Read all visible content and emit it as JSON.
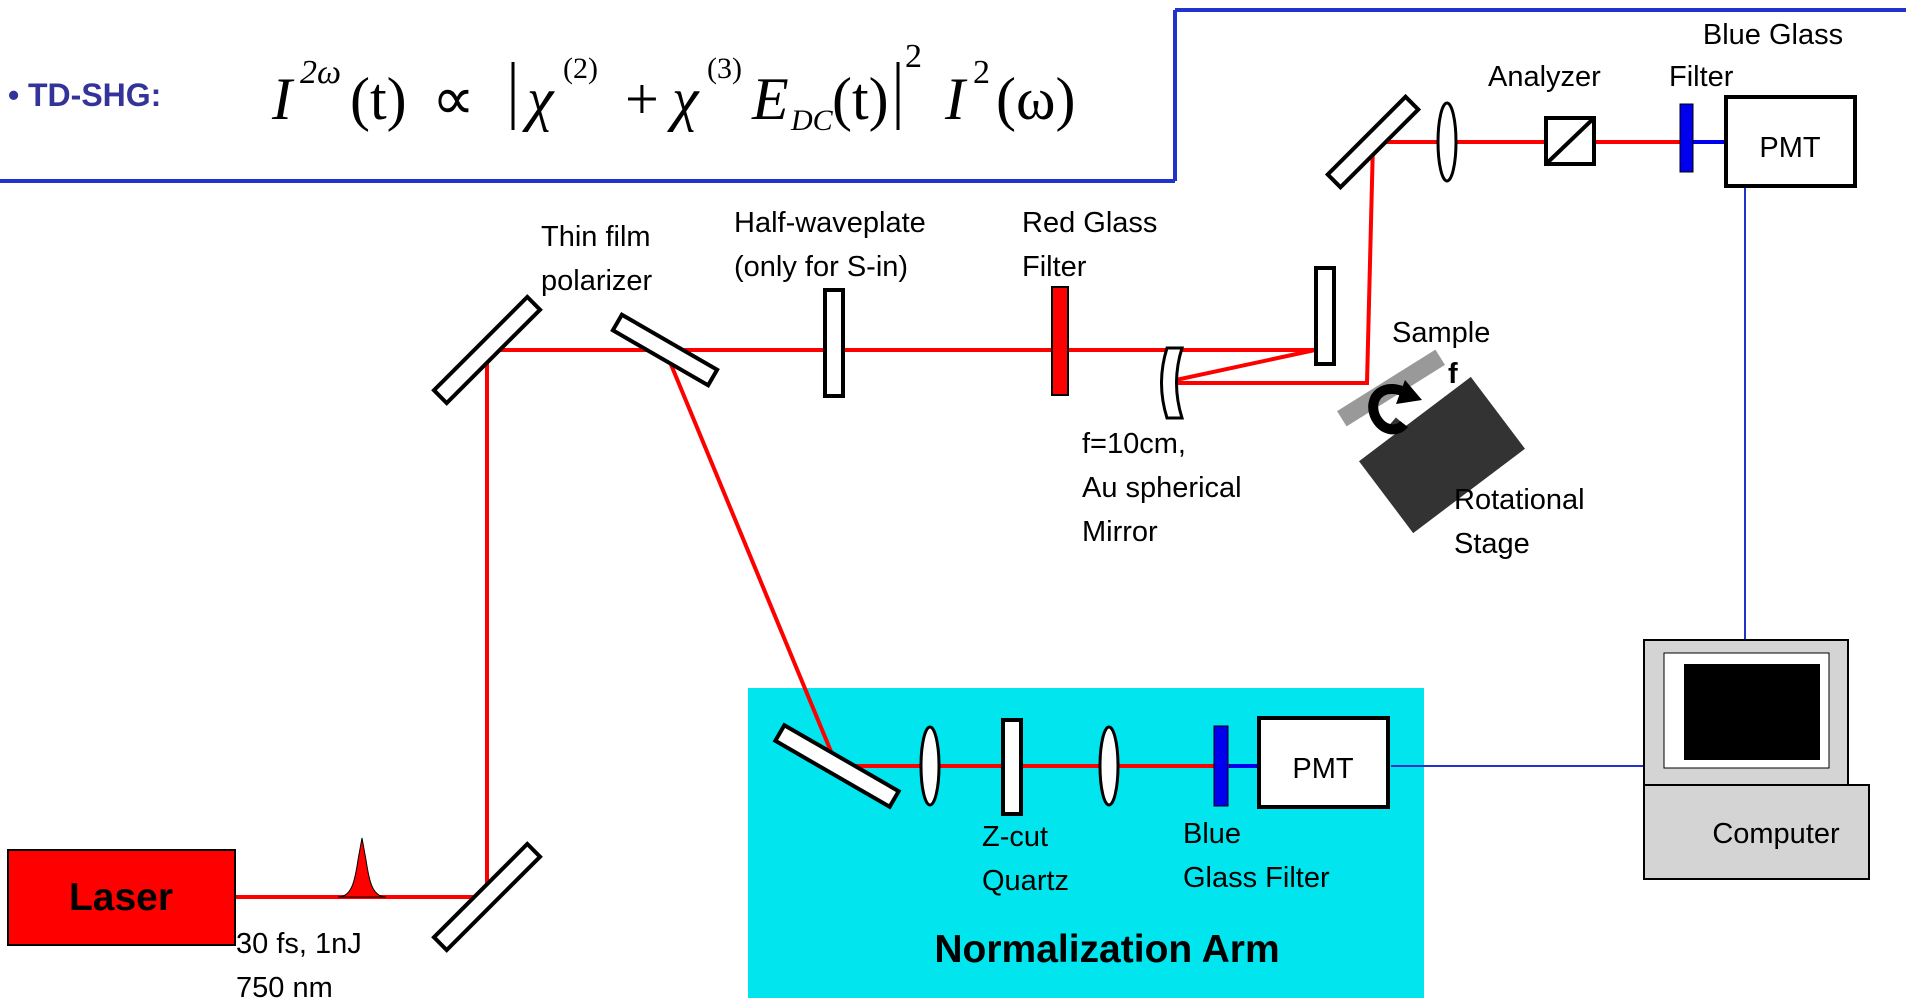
{
  "header": {
    "bullet": "•",
    "label": "TD-SHG:",
    "equation": {
      "lhs": "I",
      "lhs_sup": "2ω",
      "lhs_arg": "(t)",
      "relation": "∝",
      "chi2": "χ",
      "chi2_sup": "(2)",
      "plus": "+",
      "chi3": "χ",
      "chi3_sup": "(3)",
      "field": "E",
      "field_sub": "DC",
      "field_arg": "(t)",
      "abs_sup": "2",
      "intensity": "I",
      "intensity_sup": "2",
      "intensity_arg": "(ω)"
    }
  },
  "labels": {
    "blue_glass_filter_top_line1": "Blue Glass",
    "blue_glass_filter_top_line2": "Filter",
    "analyzer": "Analyzer",
    "pmt_top": "PMT",
    "thin_film_line1": "Thin film",
    "thin_film_line2": "polarizer",
    "half_waveplate_line1": "Half-waveplate",
    "half_waveplate_line2": "(only for S-in)",
    "red_glass_line1": "Red Glass",
    "red_glass_line2": "Filter",
    "sample": "Sample",
    "focal": "f",
    "mirror_line1": "f=10cm,",
    "mirror_line2": "Au spherical",
    "mirror_line3": "Mirror",
    "rotational_line1": "Rotational",
    "rotational_line2": "Stage",
    "laser": "Laser",
    "pulse_line1": "30 fs, 1nJ",
    "pulse_line2": "750 nm",
    "zcut_line1": "Z-cut",
    "zcut_line2": "Quartz",
    "blue_glass_bottom_line1": "Blue",
    "blue_glass_bottom_line2": "Glass Filter",
    "pmt_bottom": "PMT",
    "normalization_arm": "Normalization Arm",
    "computer": "Computer"
  },
  "colors": {
    "beam": "#ff0000",
    "laser_box": "#ff0000",
    "blue_filter": "#0000ee",
    "normalization_bg": "#00e5ee",
    "header_frame": "#2233cc",
    "label_blue": "#333399",
    "stage": "#333333",
    "sample": "#999999",
    "computer_body": "#d4d4d4",
    "screen": "#000000"
  }
}
